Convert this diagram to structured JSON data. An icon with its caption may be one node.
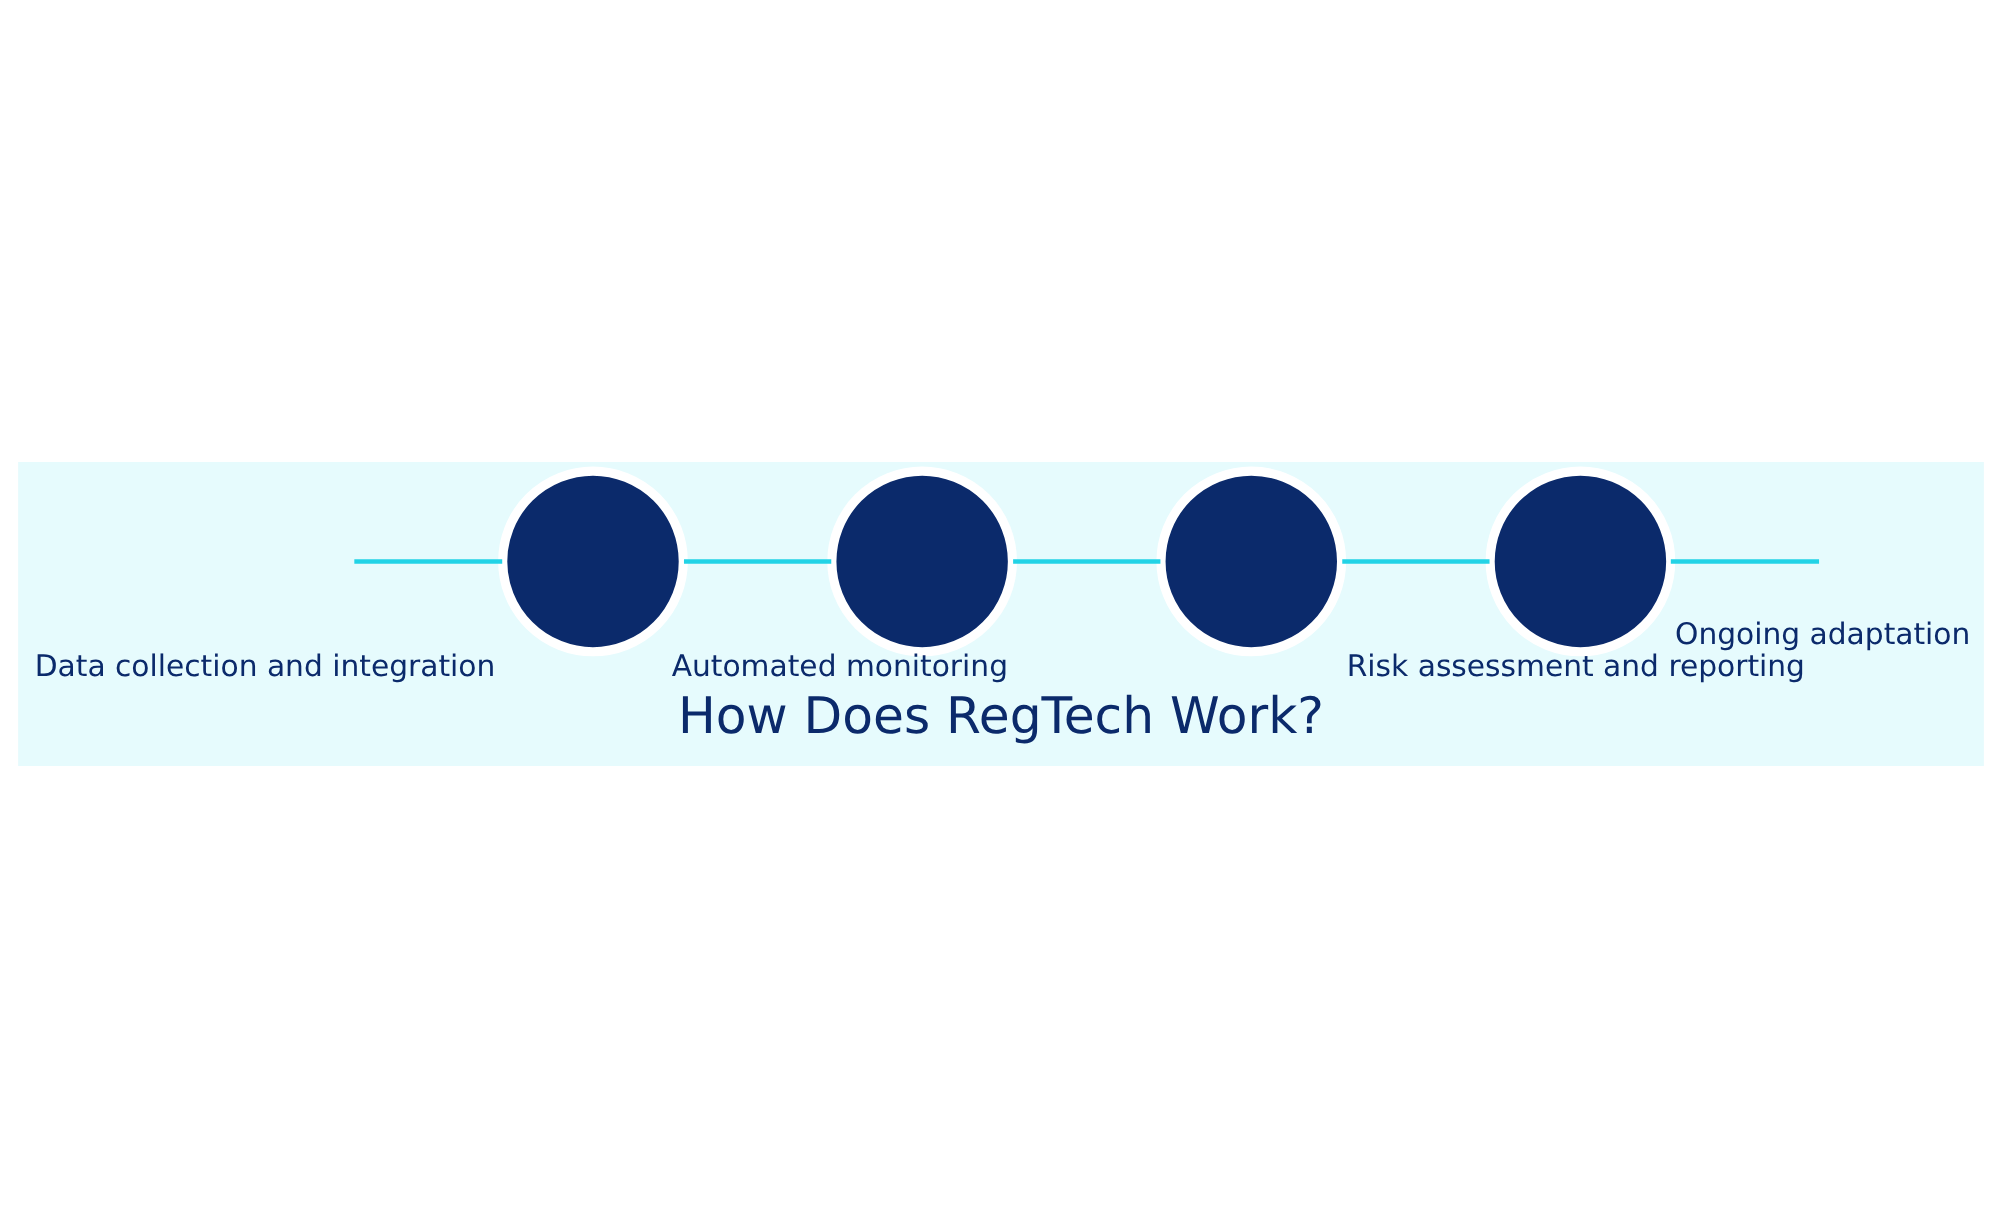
{
  "diagram": {
    "title": "How Does RegTech Work?",
    "nodes": [
      {
        "text": [],
        "shape": "circle",
        "beside": [
          "Data collection and integration"
        ]
      },
      {
        "text": [],
        "shape": "circle",
        "beside": [
          "Automated monitoring"
        ]
      },
      {
        "text": [],
        "shape": "circle",
        "beside": [
          "Risk assessment and reporting"
        ]
      },
      {
        "text": [],
        "shape": "circle",
        "beside": [
          "Ongoing adaptation"
        ]
      }
    ],
    "edges": [
      {
        "from": null,
        "to": 0,
        "arrow": "none"
      },
      {
        "from": 0,
        "to": 1,
        "arrow": "none"
      },
      {
        "from": 1,
        "to": 2,
        "arrow": "none"
      },
      {
        "from": 2,
        "to": 3,
        "arrow": "none"
      },
      {
        "from": 3,
        "to": null,
        "arrow": "none"
      }
    ]
  }
}
